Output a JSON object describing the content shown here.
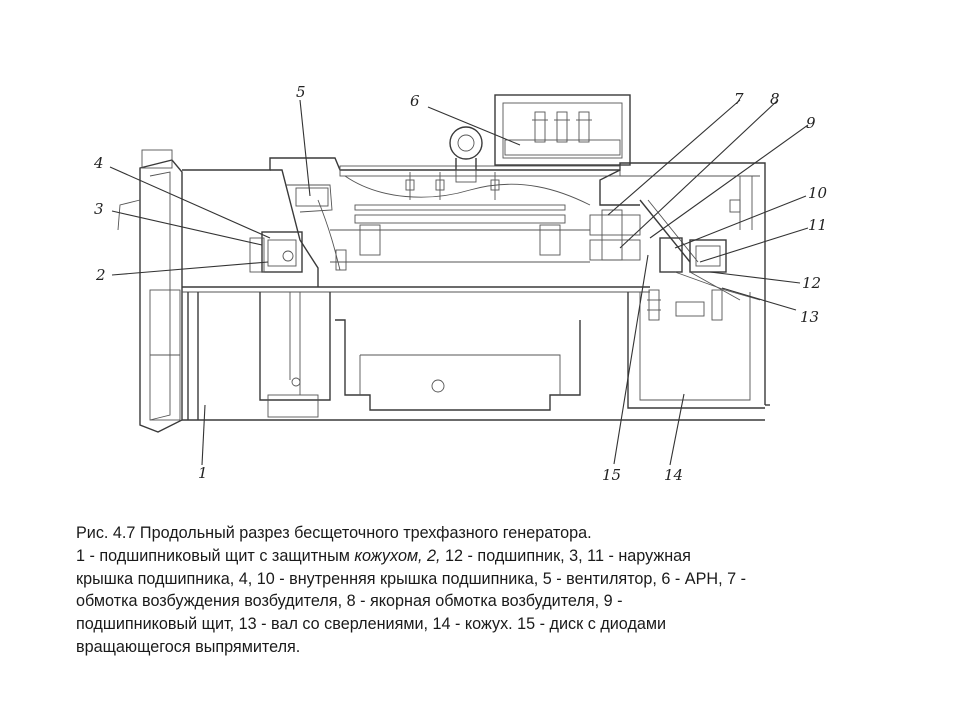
{
  "callouts": [
    "1",
    "2",
    "3",
    "4",
    "5",
    "6",
    "7",
    "8",
    "9",
    "10",
    "11",
    "12",
    "13",
    "14",
    "15"
  ],
  "caption": {
    "title": "Рис. 4.7 Продольный разрез бесщеточного трехфазного генератора.",
    "l1_a": "1 - подшипниковый щит с защитным ",
    "l1_em": "кожухом, 2,",
    "l1_b": " 12 - подшипник, 3, 11 - наружная",
    "l2": "крышка подшипника, 4, 10 - внутренняя крышка подшипника, 5 - вентилятор, 6 - АРН, 7 -",
    "l3": "обмотка возбуждения возбудителя, 8 - якорная обмотка возбудителя, 9 -",
    "l4": "подшипниковый щит, 13 - вал со сверлениями, 14 - кожух. 15 - диск с диодами",
    "l5": "вращающегося выпрямителя."
  }
}
